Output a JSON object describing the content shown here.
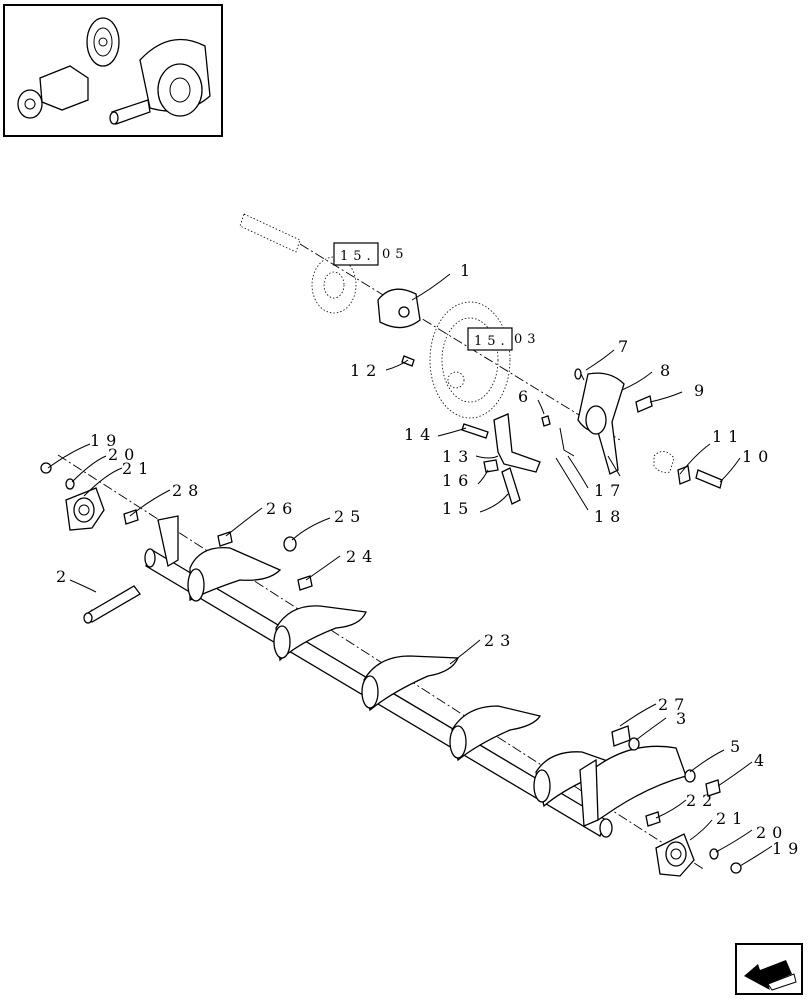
{
  "references": [
    {
      "id": "ref-15-05",
      "box": "15.",
      "suffix": "05"
    },
    {
      "id": "ref-15-03",
      "box": "15.",
      "suffix": "03"
    }
  ],
  "callouts": [
    {
      "id": "c1",
      "text": "1"
    },
    {
      "id": "c12",
      "text": "12"
    },
    {
      "id": "c7",
      "text": "7"
    },
    {
      "id": "c8",
      "text": "8"
    },
    {
      "id": "c9",
      "text": "9"
    },
    {
      "id": "c6",
      "text": "6"
    },
    {
      "id": "c14",
      "text": "14"
    },
    {
      "id": "c13",
      "text": "13"
    },
    {
      "id": "c11",
      "text": "11"
    },
    {
      "id": "c10",
      "text": "10"
    },
    {
      "id": "c16",
      "text": "16"
    },
    {
      "id": "c17",
      "text": "17"
    },
    {
      "id": "c15",
      "text": "15"
    },
    {
      "id": "c18",
      "text": "18"
    },
    {
      "id": "c19a",
      "text": "19"
    },
    {
      "id": "c20a",
      "text": "20"
    },
    {
      "id": "c21a",
      "text": "21"
    },
    {
      "id": "c28",
      "text": "28"
    },
    {
      "id": "c26",
      "text": "26"
    },
    {
      "id": "c25",
      "text": "25"
    },
    {
      "id": "c24",
      "text": "24"
    },
    {
      "id": "c2",
      "text": "2"
    },
    {
      "id": "c23",
      "text": "23"
    },
    {
      "id": "c27",
      "text": "27"
    },
    {
      "id": "c3",
      "text": "3"
    },
    {
      "id": "c5",
      "text": "5"
    },
    {
      "id": "c4",
      "text": "4"
    },
    {
      "id": "c22",
      "text": "22"
    },
    {
      "id": "c21b",
      "text": "21"
    },
    {
      "id": "c20b",
      "text": "20"
    },
    {
      "id": "c19b",
      "text": "19"
    }
  ],
  "icons": {
    "thumbnail": "assembly-thumbnail-icon",
    "nav": "next-page-arrow-icon"
  }
}
